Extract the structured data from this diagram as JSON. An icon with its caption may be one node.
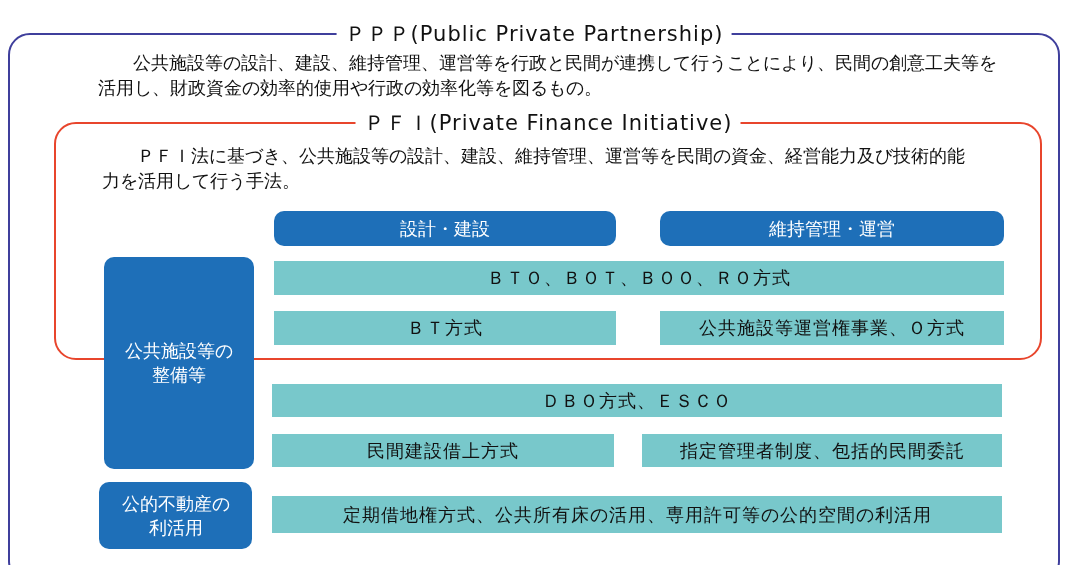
{
  "diagram": {
    "nodes": [
      {
        "text": [
          "ＰＰＰ(Public Private Partnership)",
          "公共施設等の設計、建設、維持管理、運営等を行政と民間が連携して行うことにより、民間の創意工夫等を活用し、財政資金の効率的使用や行政の効率化等を図るもの。"
        ]
      },
      {
        "text": [
          "ＰＦＩ(Private Finance Initiative)",
          "ＰＦＩ法に基づき、公共施設等の設計、建設、維持管理、運営等を民間の資金、経営能力及び技術的能力を活用して行う手法。"
        ],
        "in": 0
      },
      {
        "text": [
          "設計・建設"
        ],
        "in": 1
      },
      {
        "text": [
          "維持管理・運営"
        ],
        "in": 1
      },
      {
        "text": [
          "公共施設等の整備等"
        ],
        "in": 0
      },
      {
        "text": [
          "ＢＴＯ、ＢＯＴ、ＢＯＯ、ＲＯ方式"
        ],
        "in": 1
      },
      {
        "text": [
          "ＢＴ方式"
        ],
        "in": 1
      },
      {
        "text": [
          "公共施設等運営権事業、Ｏ方式"
        ],
        "in": 1
      },
      {
        "text": [
          "ＤＢＯ方式、ＥＳＣＯ"
        ],
        "in": 0
      },
      {
        "text": [
          "民間建設借上方式"
        ],
        "in": 0
      },
      {
        "text": [
          "指定管理者制度、包括的民間委託"
        ],
        "in": 0
      },
      {
        "text": [
          "公的不動産の利活用"
        ],
        "in": 0
      },
      {
        "text": [
          "定期借地権方式、公共所有床の活用、専用許可等の公的空間の利活用"
        ],
        "in": 0
      }
    ]
  }
}
